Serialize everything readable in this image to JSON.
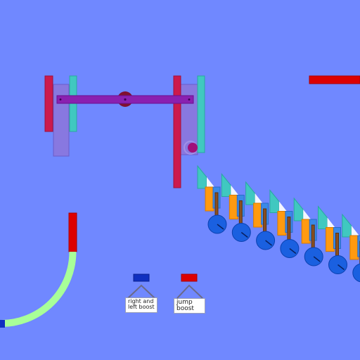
{
  "scene": {
    "background": "#7088ff",
    "labels": {
      "boost_left": "right and\nleft boost",
      "boost_jump": "jump\nboost"
    },
    "colors": {
      "crimson": "#cc1a4d",
      "teal": "#40c8c0",
      "lavender": "#8878e0",
      "purple_bar": "#8a20b0",
      "dark_maroon": "#801030",
      "red_accent": "#dd0000",
      "blue_accent": "#1030c0",
      "green_track": "#a8ff98",
      "orange": "#ff9a10",
      "wheel_blue": "#1a60e0",
      "spring_brown": "#8a5020"
    },
    "machine_units": 7
  }
}
